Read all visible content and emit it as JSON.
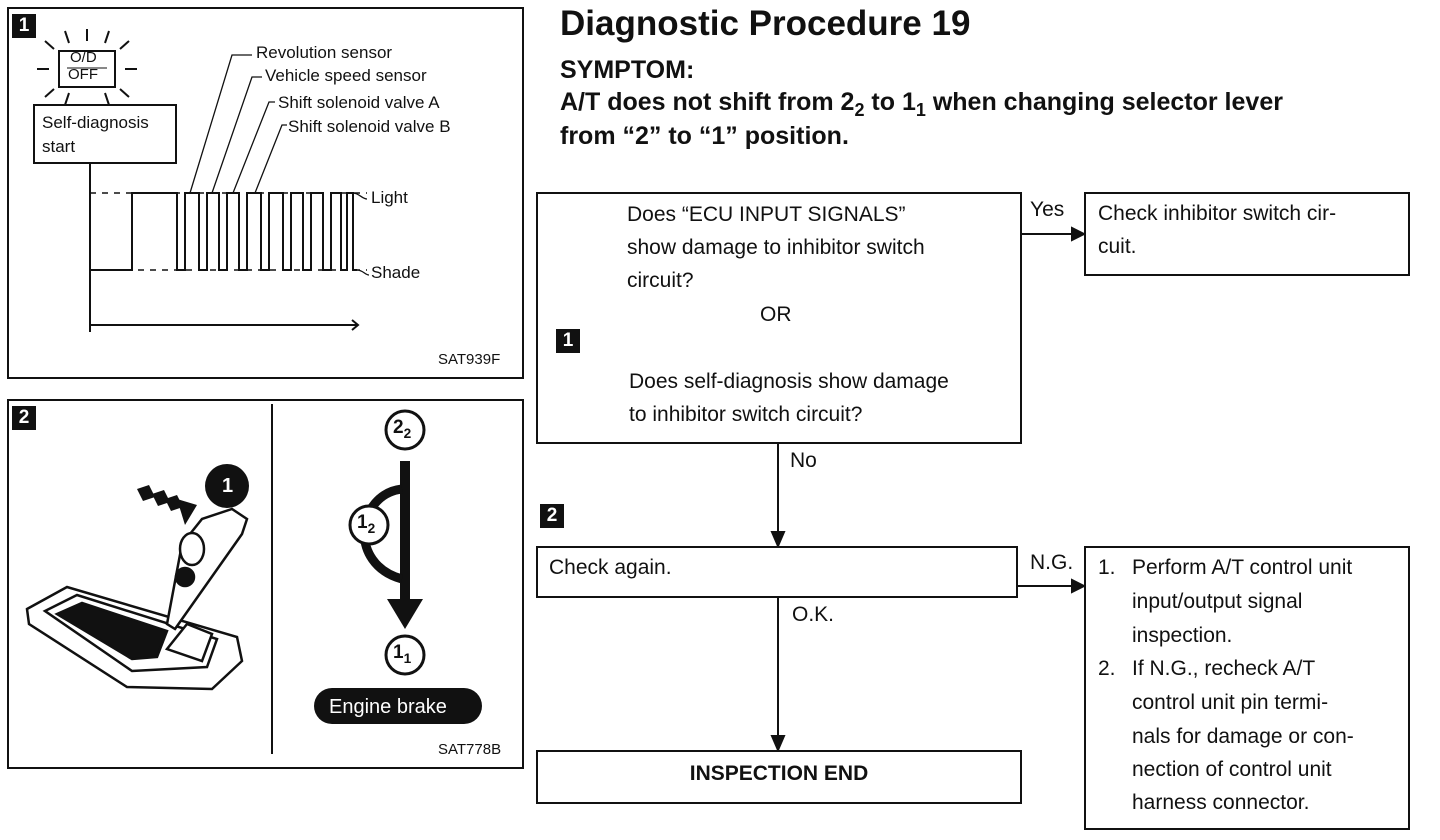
{
  "header": {
    "title": "Diagnostic Procedure 19",
    "symptom_label": "SYMPTOM:",
    "symptom_a1": "A/T does not shift from 2",
    "symptom_a_sub": "2",
    "symptom_a2": " to 1",
    "symptom_a_sub2": "1",
    "symptom_a3": " when changing selector lever",
    "symptom_b": "from “2” to “1” position."
  },
  "figure1": {
    "tag": "1",
    "lamp_line1": "O/D",
    "lamp_line2": "OFF",
    "start_label_1": "Self-diagnosis",
    "start_label_2": "start",
    "labels": [
      "Revolution sensor",
      "Vehicle speed sensor",
      "Shift solenoid valve A",
      "Shift solenoid valve B"
    ],
    "light_label": "Light",
    "shade_label": "Shade",
    "code": "SAT939F"
  },
  "figure2": {
    "tag": "2",
    "step_badge": "1",
    "pos_top": "2",
    "pos_top_sub": "2",
    "pos_mid": "1",
    "pos_mid_sub": "2",
    "pos_bot": "1",
    "pos_bot_sub": "1",
    "engine_brake": "Engine brake",
    "code": "SAT778B"
  },
  "flow": {
    "q1_line1": "Does “ECU INPUT SIGNALS”",
    "q1_line2": "show damage to inhibitor switch",
    "q1_line3": "circuit?",
    "or": "OR",
    "q_tag": "1",
    "q2_line1": "Does self-diagnosis show damage",
    "q2_line2": "to inhibitor switch circuit?",
    "yes": "Yes",
    "yes_box_line1": "Check inhibitor switch cir-",
    "yes_box_line2": "cuit.",
    "no": "No",
    "step2_tag": "2",
    "check_again": "Check again.",
    "ng": "N.G.",
    "ok": "O.K.",
    "ng_item1_num": "1.",
    "ng_item1": [
      "Perform A/T control unit",
      "input/output signal",
      "inspection."
    ],
    "ng_item2_num": "2.",
    "ng_item2": [
      "If N.G., recheck A/T",
      "control unit pin termi-",
      "nals for damage or con-",
      "nection of control unit",
      "harness connector."
    ],
    "end": "INSPECTION END"
  }
}
